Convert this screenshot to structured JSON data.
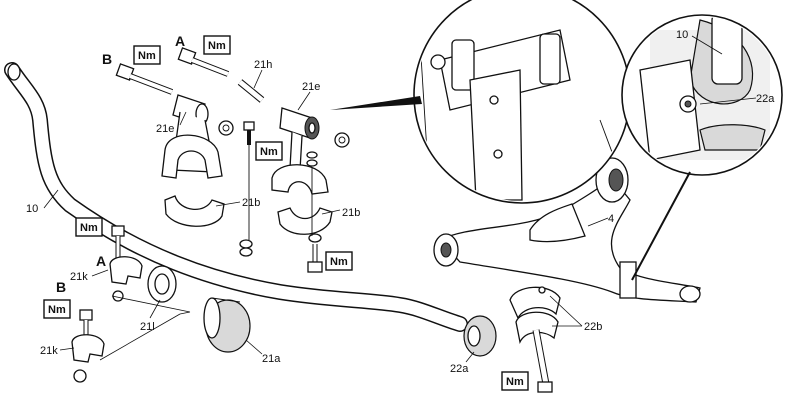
{
  "labels": {
    "part_10": "10",
    "part_21h": "21h",
    "part_21e_top": "21e",
    "part_21e_left": "21e",
    "part_21b_left": "21b",
    "part_21b_right": "21b",
    "part_21k_upper": "21k",
    "part_21k_lower": "21k",
    "part_21l": "21l",
    "part_21a": "21a",
    "part_22a": "22a",
    "part_22b": "22b",
    "part_4": "4",
    "detail_10": "10",
    "detail_22a": "22a",
    "bolt_a_top": "A",
    "bolt_b_top": "B",
    "bolt_a_left": "A",
    "bolt_b_left": "B"
  },
  "torque_tags": {
    "nm_a_top": "Nm",
    "nm_b_top": "Nm",
    "nm_bracket": "Nm",
    "nm_bottom_right": "Nm",
    "nm_left_upper": "Nm",
    "nm_left_lower": "Nm",
    "nm_clamp_bottom": "Nm"
  }
}
